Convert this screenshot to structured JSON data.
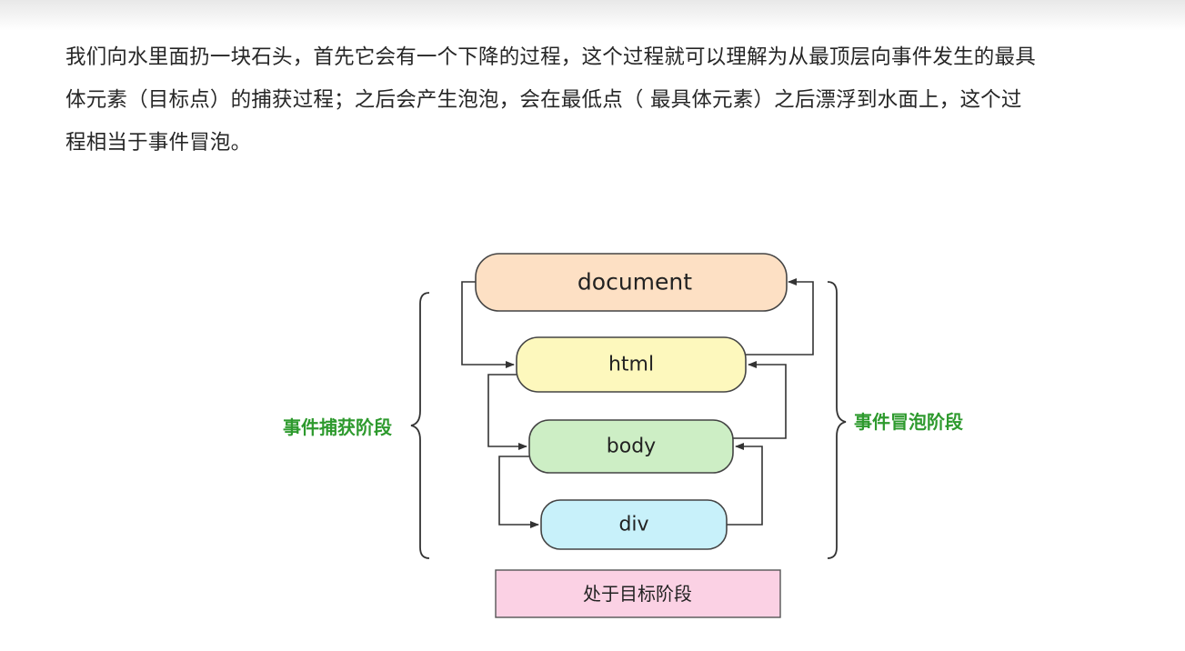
{
  "article": {
    "paragraph_line1": "我们向水里面扔一块石头，首先它会有一个下降的过程，这个过程就可以理解为从最顶层向事件发生的最具",
    "paragraph_line2": "体元素（目标点）的捕获过程；之后会产生泡泡，会在最低点（ 最具体元素）之后漂浮到水面上，这个过",
    "paragraph_line3": "程相当于事件冒泡。"
  },
  "diagram": {
    "nodes": {
      "document": "document",
      "html": "html",
      "body": "body",
      "div": "div"
    },
    "capture_phase_label": "事件捕获阶段",
    "bubble_phase_label": "事件冒泡阶段",
    "target_phase_label": "处于目标阶段",
    "colors": {
      "document": "#fde0c4",
      "html": "#fdf8bd",
      "body": "#cdeec5",
      "div": "#c8f1fa",
      "target": "#fbd1e4",
      "phase_label": "#2e9a2e"
    }
  }
}
